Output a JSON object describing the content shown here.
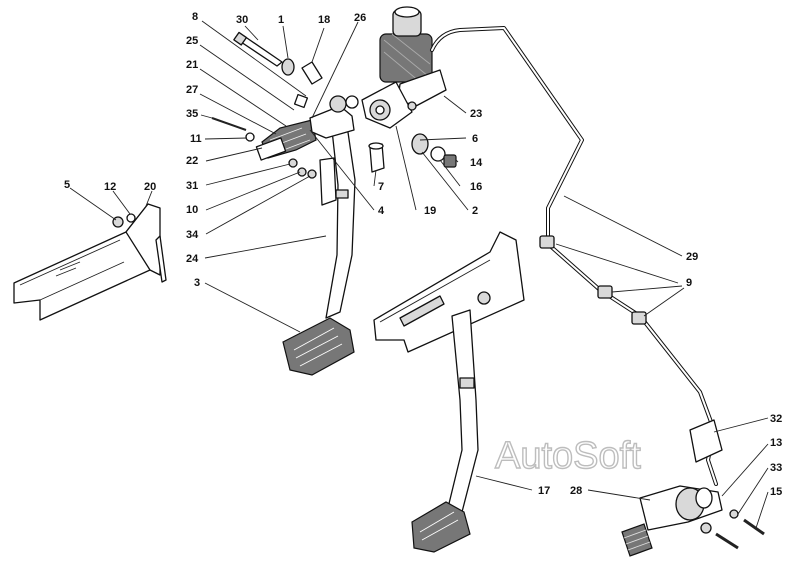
{
  "watermark": "AutoSoft",
  "callouts": [
    "8",
    "30",
    "1",
    "18",
    "26",
    "25",
    "21",
    "27",
    "35",
    "11",
    "22",
    "31",
    "10",
    "34",
    "24",
    "3",
    "23",
    "6",
    "14",
    "16",
    "7",
    "4",
    "19",
    "2",
    "5",
    "12",
    "20",
    "29",
    "9",
    "32",
    "13",
    "33",
    "15",
    "28",
    "17"
  ]
}
